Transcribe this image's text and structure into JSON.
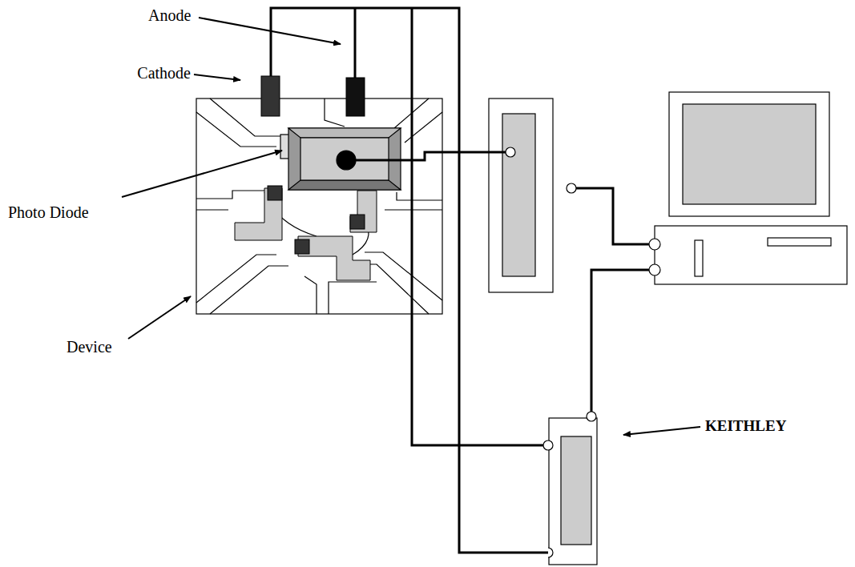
{
  "diagram": {
    "labels": [
      "Anode",
      "Cathode",
      "Photo Diode",
      "Device",
      "KEITHLEY"
    ]
  }
}
